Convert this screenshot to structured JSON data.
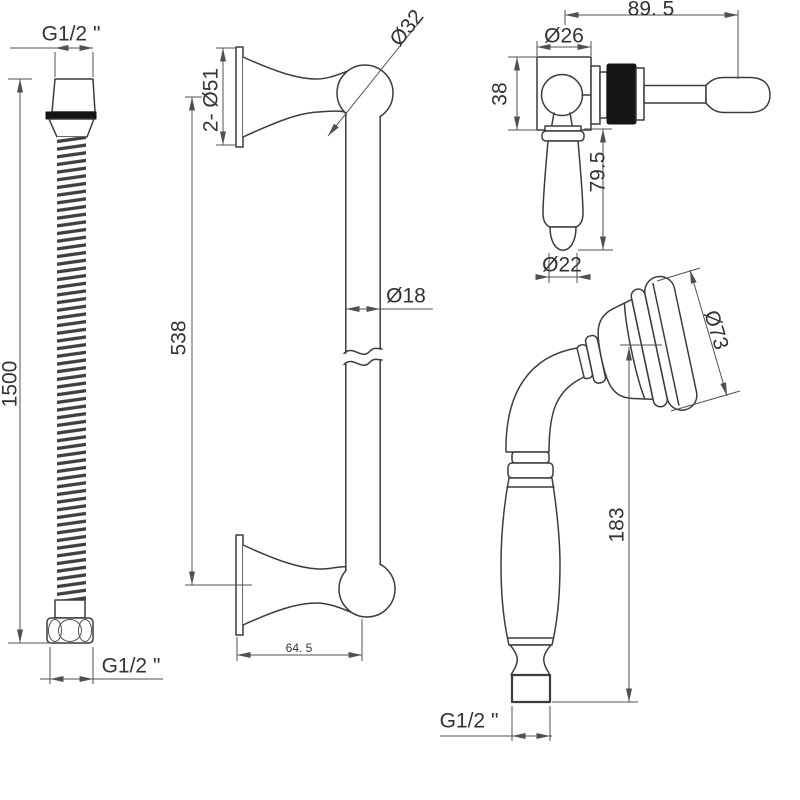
{
  "colors": {
    "outline": "#3c3c3c",
    "dimension": "#505050",
    "text": "#333333",
    "knurl_ring": "#151515",
    "background": "#ffffff"
  },
  "components": {
    "hose": {
      "top_thread": "G1/2 \"",
      "length": "1500",
      "bottom_thread": "G1/2 \""
    },
    "slide_bar": {
      "flange": "2- Ø51",
      "knob_dia": "Ø32",
      "bar_dia": "Ø18",
      "length": "538",
      "wall_offset": "64. 5"
    },
    "bracket": {
      "reach": "89. 5",
      "body_dia": "Ø26",
      "body_height": "38",
      "drop": "79.5",
      "tip_dia": "Ø22"
    },
    "handset": {
      "head_dia": "Ø73",
      "handle_length": "183",
      "thread": "G1/2 \""
    }
  }
}
